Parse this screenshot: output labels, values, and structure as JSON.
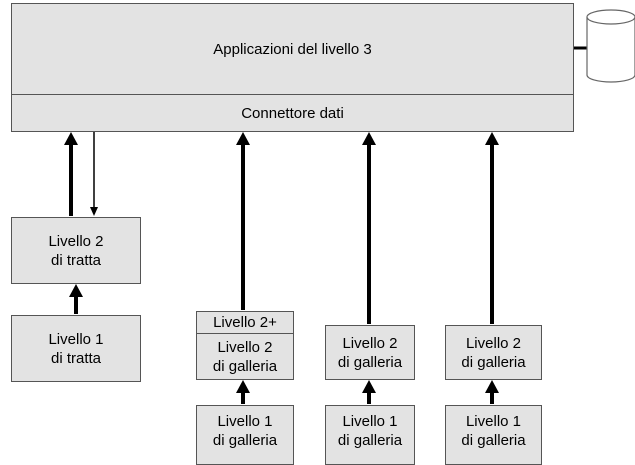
{
  "top": {
    "title": "Applicazioni del livello 3",
    "connector": "Connettore dati"
  },
  "database_icon": "database-cylinder-icon",
  "tratta": {
    "level2": [
      "Livello 2",
      "di tratta"
    ],
    "level1": [
      "Livello 1",
      "di tratta"
    ]
  },
  "galleria": [
    {
      "level2plus": "Livello 2+",
      "level2": [
        "Livello 2",
        "di galleria"
      ],
      "level1": [
        "Livello 1",
        "di galleria"
      ]
    },
    {
      "level2": [
        "Livello 2",
        "di galleria"
      ],
      "level1": [
        "Livello 1",
        "di galleria"
      ]
    },
    {
      "level2": [
        "Livello 2",
        "di galleria"
      ],
      "level1": [
        "Livello 1",
        "di galleria"
      ]
    }
  ],
  "colors": {
    "box_fill": "#e3e3e3",
    "stroke": "#000000"
  }
}
